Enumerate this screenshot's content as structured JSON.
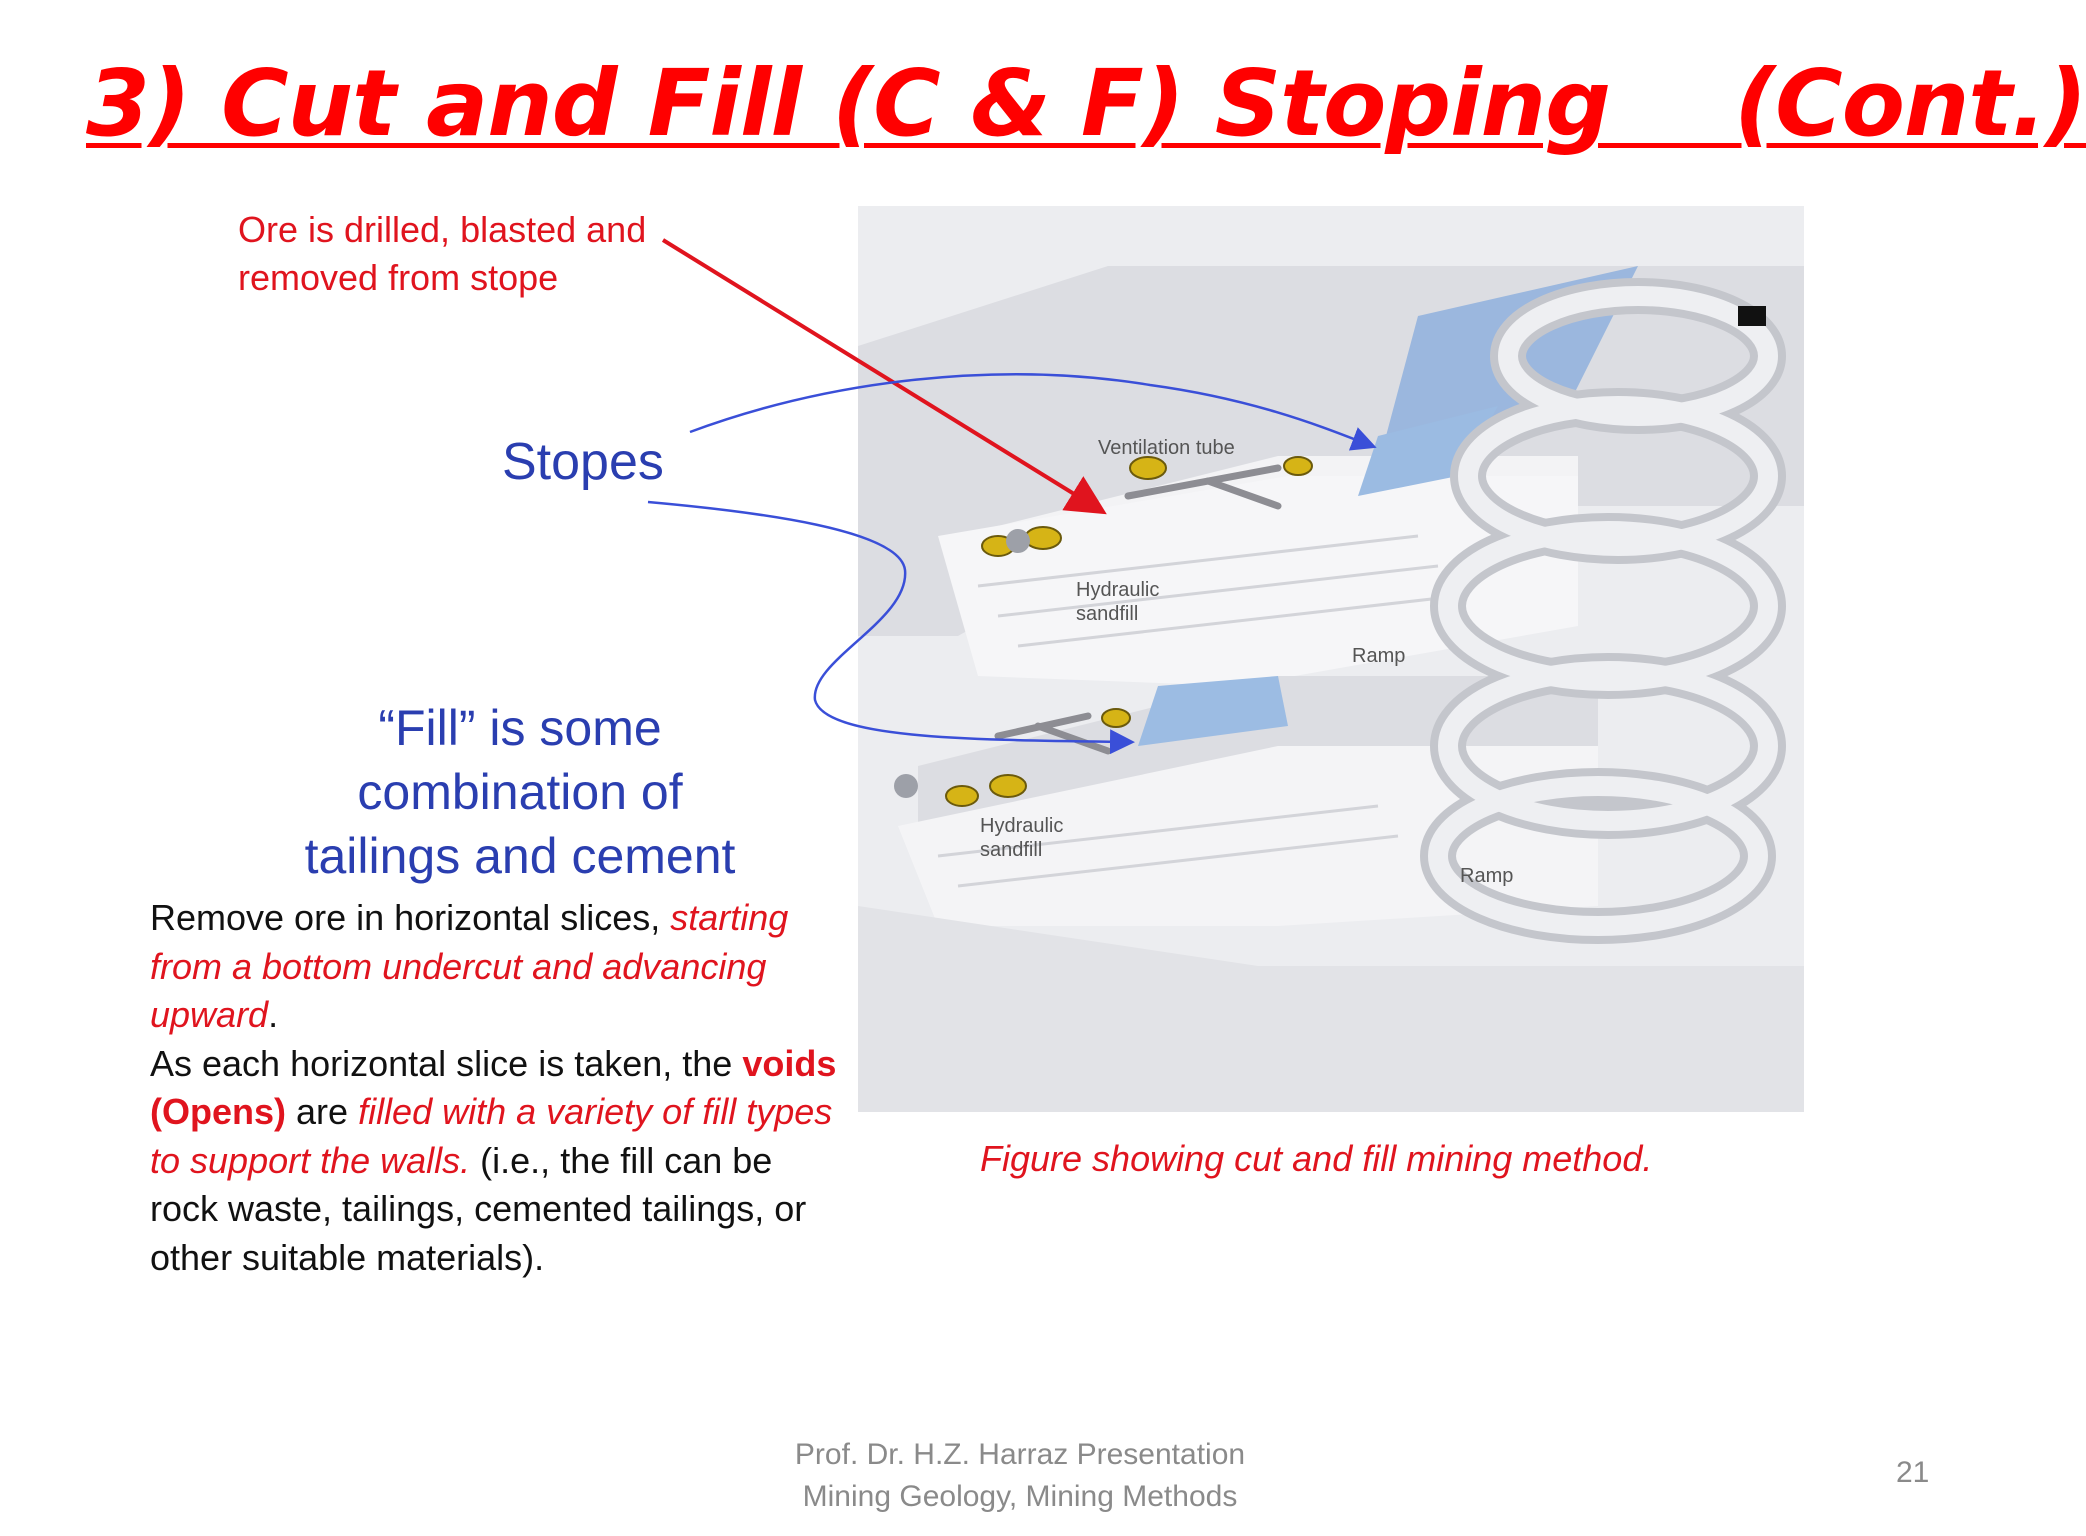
{
  "title": "3) Cut and Fill (C & F) Stoping    (Cont.)",
  "annotation": {
    "line1": "Ore is drilled, blasted and",
    "line2": "removed from stope"
  },
  "stopes_label": "Stopes",
  "fill_note": {
    "line1": "“Fill” is some",
    "line2": "combination of",
    "line3": "tailings and cement"
  },
  "body": {
    "p1_plain": "Remove ore in horizontal slices, ",
    "p1_emph": "starting from a bottom undercut and advancing upward",
    "p1_end": ".",
    "p2_plain": "As each horizontal slice is taken, the ",
    "p2_bold": "voids (Opens)",
    "p2_mid": " are ",
    "p2_emph": "filled with a variety of fill types to support the walls.",
    "p2_end": " (i.e., the fill can be rock waste, tailings, cemented tailings, or other suitable materials)."
  },
  "figure": {
    "labels": {
      "ventilation": "Ventilation tube",
      "sandfill_top_1": "Hydraulic",
      "sandfill_top_2": "sandfill",
      "ramp_upper": "Ramp",
      "sandfill_bottom_1": "Hydraulic",
      "sandfill_bottom_2": "sandfill",
      "ramp_lower": "Ramp"
    }
  },
  "caption": "Figure showing cut and fill mining method.",
  "footer": {
    "line1": "Prof. Dr. H.Z. Harraz Presentation",
    "line2": "Mining Geology,  Mining Methods"
  },
  "page_number": "21",
  "colors": {
    "title": "#ff0000",
    "emphasis": "#e0141e",
    "blue_text": "#2a3eb0",
    "arrow_blue": "#3a4fd8",
    "footer": "#8a8a8a"
  }
}
